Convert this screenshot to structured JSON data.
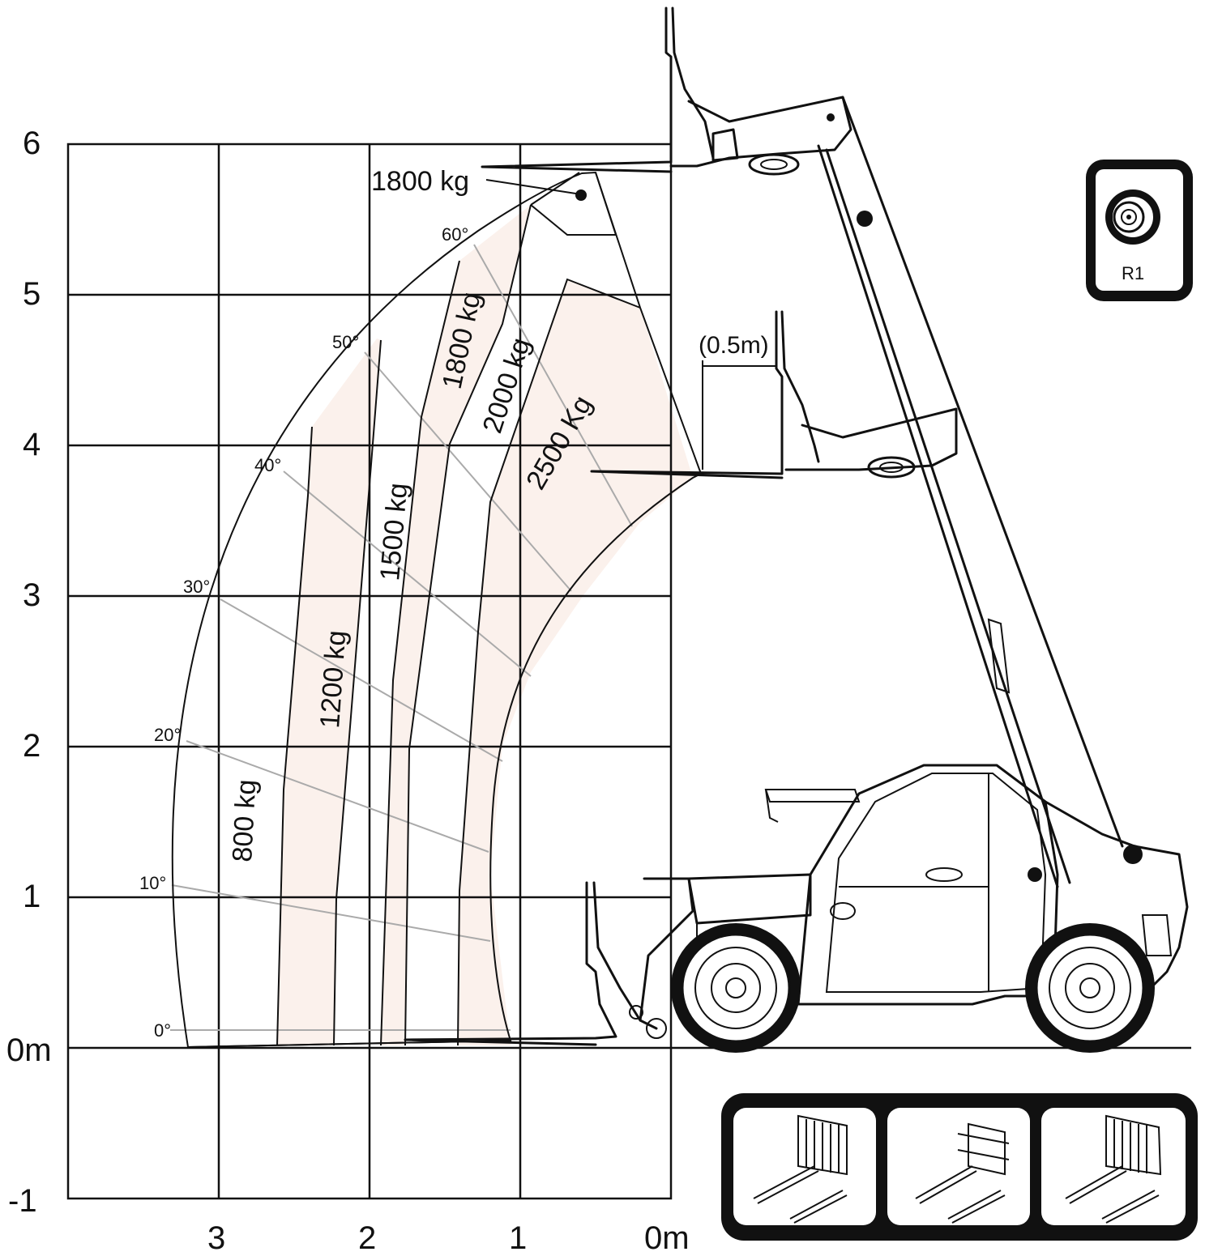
{
  "chart_data": {
    "type": "load_chart",
    "x_ticks": [
      "3",
      "2",
      "1",
      "0m"
    ],
    "y_ticks": [
      "6",
      "5",
      "4",
      "3",
      "2",
      "1",
      "0m",
      "-1"
    ],
    "xlim": [
      0,
      4
    ],
    "ylim": [
      -1,
      6
    ],
    "boom_angles": [
      "0°",
      "10°",
      "20°",
      "30°",
      "40°",
      "50°",
      "60°"
    ],
    "load_zones": [
      "800 kg",
      "1200 kg",
      "1500 kg",
      "1800 kg",
      "2000 kg",
      "2500 Kg"
    ],
    "max_height_load": "1800 kg",
    "fork_offset_note": "(0.5m)",
    "grid": true
  },
  "colors": {
    "line": "#111111",
    "zone_fill": "#fbf1ec",
    "angle_line": "#aaaaaa"
  },
  "tire_badge": {
    "label": "R1",
    "icon": "tire-icon"
  },
  "attachments": [
    "fork-carriage-icon",
    "fork-carriage-icon",
    "fork-carriage-icon"
  ]
}
